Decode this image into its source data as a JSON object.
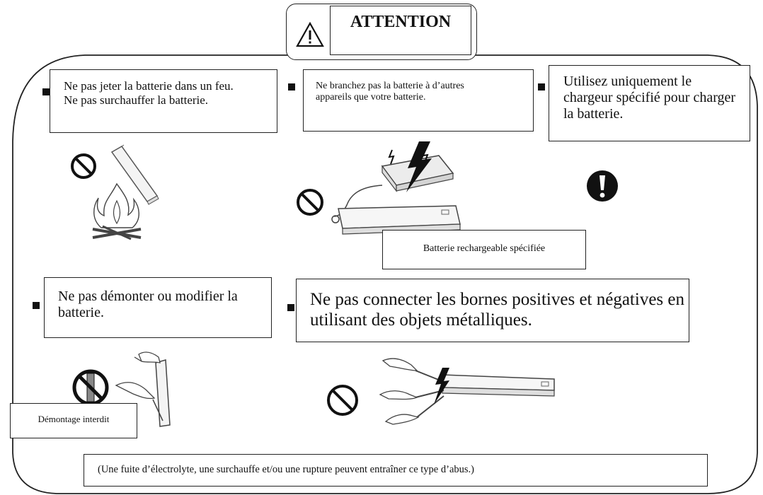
{
  "header": {
    "title": "ATTENTION",
    "warning_icon": "warning-triangle-icon"
  },
  "notices": {
    "fire": "Ne pas jeter la batterie dans un feu.\nNe pas surchauffer la batterie.",
    "connect": "Ne branchez pas la batterie à d’autres appareils que votre batterie.",
    "charger": "Utilisez uniquement le chargeur spécifié pour charger la batterie.",
    "disassemble": "Ne pas démonter ou modifier la batterie.",
    "short_circuit": "Ne pas connecter les bornes positives et négatives en utilisant des objets métalliques."
  },
  "labels": {
    "rechargeable": "Batterie rechargeable spécifiée",
    "disassembly_forbidden": "Démontage interdit"
  },
  "footer": {
    "note": "(Une fuite d’électrolyte, une surchauffe et/ou une rupture peuvent entraîner ce type d’abus.)"
  },
  "icons": {
    "prohibited": "prohibition-icon",
    "mandatory": "exclamation-icon",
    "bullet": "square-bullet-icon"
  },
  "colors": {
    "ink": "#111111",
    "paper": "#ffffff"
  }
}
